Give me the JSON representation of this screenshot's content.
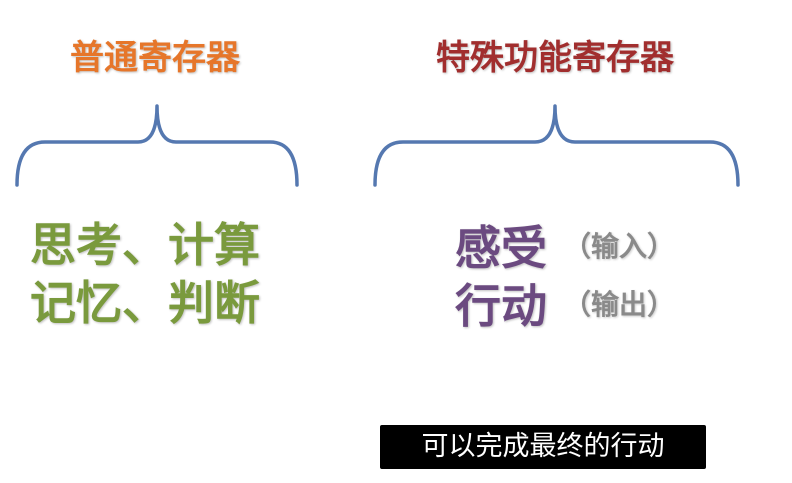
{
  "colors": {
    "orange_title": "#e6762a",
    "red_title": "#a12e2e",
    "brace_blue": "#5578b0",
    "green_text": "#7a9a3d",
    "purple_text": "#6b4a80",
    "gray_paren": "#8a8a8a",
    "subtitle_bg": "#000000",
    "subtitle_text": "#ffffff"
  },
  "left_group": {
    "title": "普通寄存器",
    "lines": [
      "思考、计算",
      "记忆、判断"
    ]
  },
  "right_group": {
    "title": "特殊功能寄存器",
    "lines": [
      {
        "main": "感受",
        "paren": "（输入）"
      },
      {
        "main": "行动",
        "paren": "（输出）"
      }
    ]
  },
  "subtitle": "可以完成最终的行动"
}
